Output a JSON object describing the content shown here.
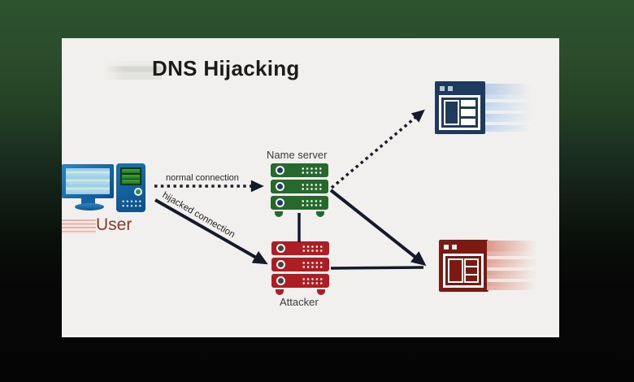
{
  "title": "DNS Hijacking",
  "nodes": {
    "user": {
      "label": "User",
      "icon": "desktop-computer-icon"
    },
    "name_server": {
      "label": "Name server",
      "icon": "server-stack-icon",
      "color": "#27692d"
    },
    "attacker": {
      "label": "Attacker",
      "icon": "server-stack-icon",
      "color": "#ad1d23"
    },
    "legitimate_site": {
      "icon": "browser-window-icon",
      "color": "#1e3a5c"
    },
    "fake_site": {
      "icon": "browser-window-icon",
      "color": "#7c1911"
    }
  },
  "connections": {
    "normal": {
      "label": "normal connection",
      "style": "dotted",
      "from": "user",
      "to": "name_server"
    },
    "hijacked": {
      "label": "hijacked connection",
      "style": "solid",
      "from": "user",
      "to": "attacker"
    },
    "nameserver_to_legit_site": {
      "style": "dotted",
      "from": "name_server",
      "to": "legitimate_site"
    },
    "nameserver_to_fake_site": {
      "style": "solid",
      "from": "name_server",
      "to": "fake_site"
    },
    "attacker_to_fake_site": {
      "style": "solid",
      "from": "attacker",
      "to": "fake_site"
    },
    "nameserver_attacker_link": {
      "style": "solid",
      "from": "name_server",
      "to": "attacker"
    }
  },
  "colors": {
    "frame_green": "#2b4f2c",
    "frame_black": "#060606",
    "panel": "#f2f0ee",
    "title_text": "#1b1b1b",
    "user_label_text": "#8a3a28",
    "monitor_blue": "#1263a5",
    "arrow_dark": "#141a29"
  }
}
